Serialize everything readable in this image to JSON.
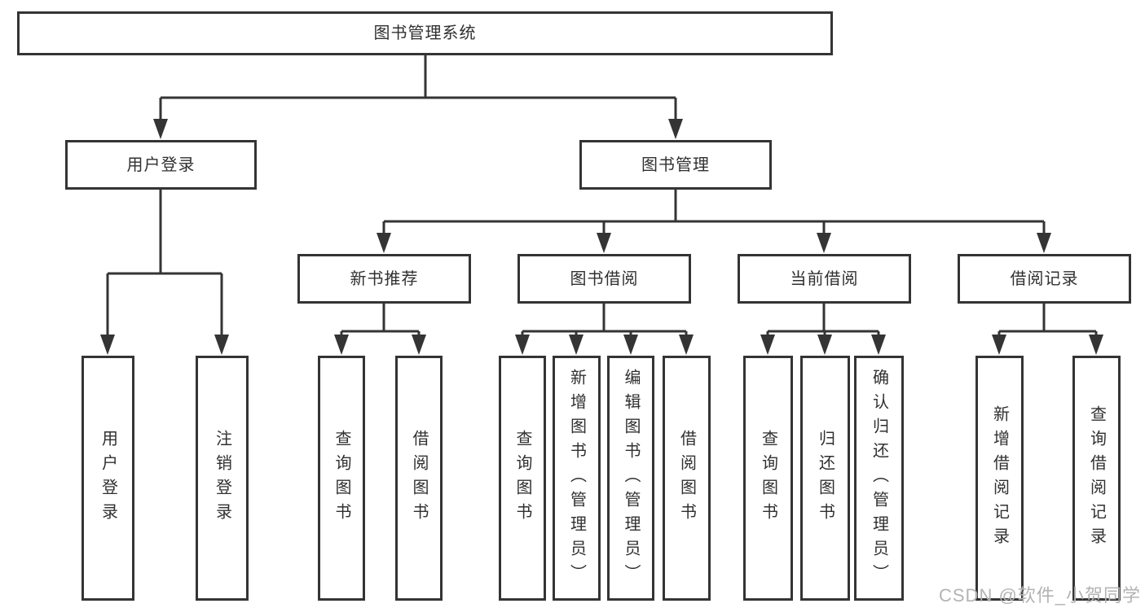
{
  "diagram": {
    "root": {
      "label": "图书管理系统"
    },
    "branches": [
      {
        "label": "用户登录",
        "children": [
          {
            "label": "用户登录"
          },
          {
            "label": "注销登录"
          }
        ]
      },
      {
        "label": "图书管理",
        "children": [
          {
            "label": "新书推荐",
            "children": [
              {
                "label": "查询图书"
              },
              {
                "label": "借阅图书"
              }
            ]
          },
          {
            "label": "图书借阅",
            "children": [
              {
                "label": "查询图书"
              },
              {
                "label": "新增图书（管理员）"
              },
              {
                "label": "编辑图书（管理员）"
              },
              {
                "label": "借阅图书"
              }
            ]
          },
          {
            "label": "当前借阅",
            "children": [
              {
                "label": "查询图书"
              },
              {
                "label": "归还图书"
              },
              {
                "label": "确认归还（管理员）"
              }
            ]
          },
          {
            "label": "借阅记录",
            "children": [
              {
                "label": "新增借阅记录"
              },
              {
                "label": "查询借阅记录"
              }
            ]
          }
        ]
      }
    ],
    "watermark": "CSDN @软件_小贺同学"
  },
  "colors": {
    "line": "#343434",
    "text": "#303030",
    "watermark": "#b3b3b3",
    "background": "#ffffff"
  }
}
